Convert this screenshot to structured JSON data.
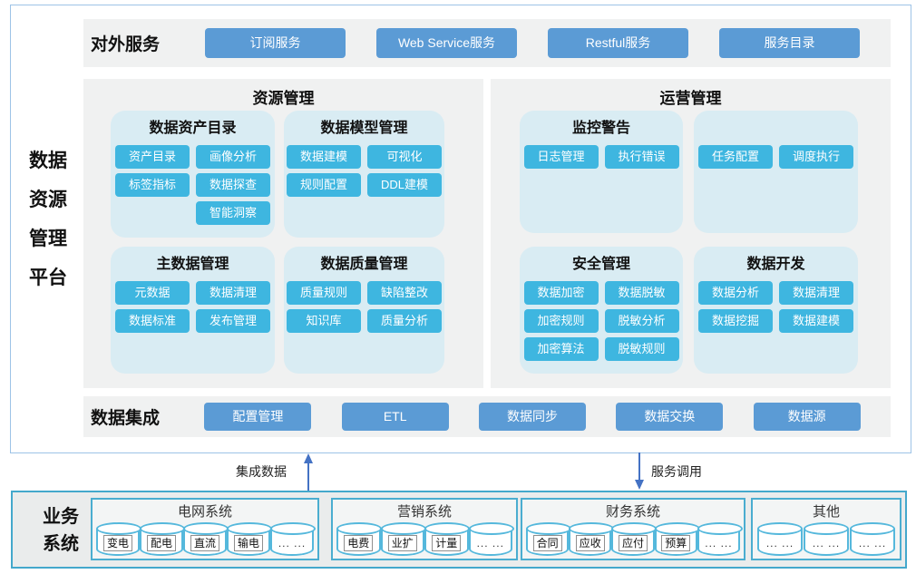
{
  "platform": {
    "side_label": "数据\n资源\n管理\n平台",
    "external_services": {
      "label": "对外服务",
      "buttons": [
        "订阅服务",
        "Web Service服务",
        "Restful服务",
        "服务目录"
      ]
    },
    "resource_mgmt": {
      "title": "资源管理",
      "cards": [
        {
          "title": "数据资产目录",
          "rows": [
            [
              "资产目录",
              "画像分析"
            ],
            [
              "标签指标",
              "数据探查"
            ],
            [
              "",
              "智能洞察"
            ]
          ]
        },
        {
          "title": "数据模型管理",
          "rows": [
            [
              "数据建模",
              "可视化"
            ],
            [
              "规则配置",
              "DDL建模"
            ]
          ]
        },
        {
          "title": "主数据管理",
          "rows": [
            [
              "元数据",
              "数据清理"
            ],
            [
              "数据标准",
              "发布管理"
            ]
          ]
        },
        {
          "title": "数据质量管理",
          "rows": [
            [
              "质量规则",
              "缺陷整改"
            ],
            [
              "知识库",
              "质量分析"
            ]
          ]
        }
      ]
    },
    "operation_mgmt": {
      "title": "运营管理",
      "cards": [
        {
          "title": "监控警告",
          "rows": [
            [
              "日志管理",
              "执行错误"
            ]
          ]
        },
        {
          "title": "",
          "rows": [
            [
              "任务配置",
              "调度执行"
            ]
          ]
        },
        {
          "title": "安全管理",
          "rows": [
            [
              "数据加密",
              "数据脱敏"
            ],
            [
              "加密规则",
              "脱敏分析"
            ],
            [
              "加密算法",
              "脱敏规则"
            ]
          ]
        },
        {
          "title": "数据开发",
          "rows": [
            [
              "数据分析",
              "数据清理"
            ],
            [
              "数据挖掘",
              "数据建模"
            ]
          ]
        }
      ]
    },
    "integration": {
      "label": "数据集成",
      "buttons": [
        "配置管理",
        "ETL",
        "数据同步",
        "数据交换",
        "数据源"
      ]
    }
  },
  "flows": {
    "up_label": "集成数据",
    "down_label": "服务调用"
  },
  "business": {
    "label": "业务\n系统",
    "systems": [
      {
        "title": "电网系统",
        "items": [
          "变电",
          "配电",
          "直流",
          "输电",
          "... ..."
        ]
      },
      {
        "title": "营销系统",
        "items": [
          "电费",
          "业扩",
          "计量",
          "... ..."
        ]
      },
      {
        "title": "财务系统",
        "items": [
          "合同",
          "应收",
          "应付",
          "预算",
          "... ..."
        ]
      },
      {
        "title": "其他",
        "items": [
          "... ...",
          "... ...",
          "... ..."
        ]
      }
    ]
  },
  "colors": {
    "service_button_blue": "#5b9bd5",
    "module_chip_cyan": "#3eb6e0",
    "card_light_blue": "#d9ecf3",
    "panel_gray": "#f0f1f1",
    "border_light_blue": "#9dc3e6",
    "business_border_blue": "#44a8cc",
    "arrow_blue": "#4472c4"
  }
}
